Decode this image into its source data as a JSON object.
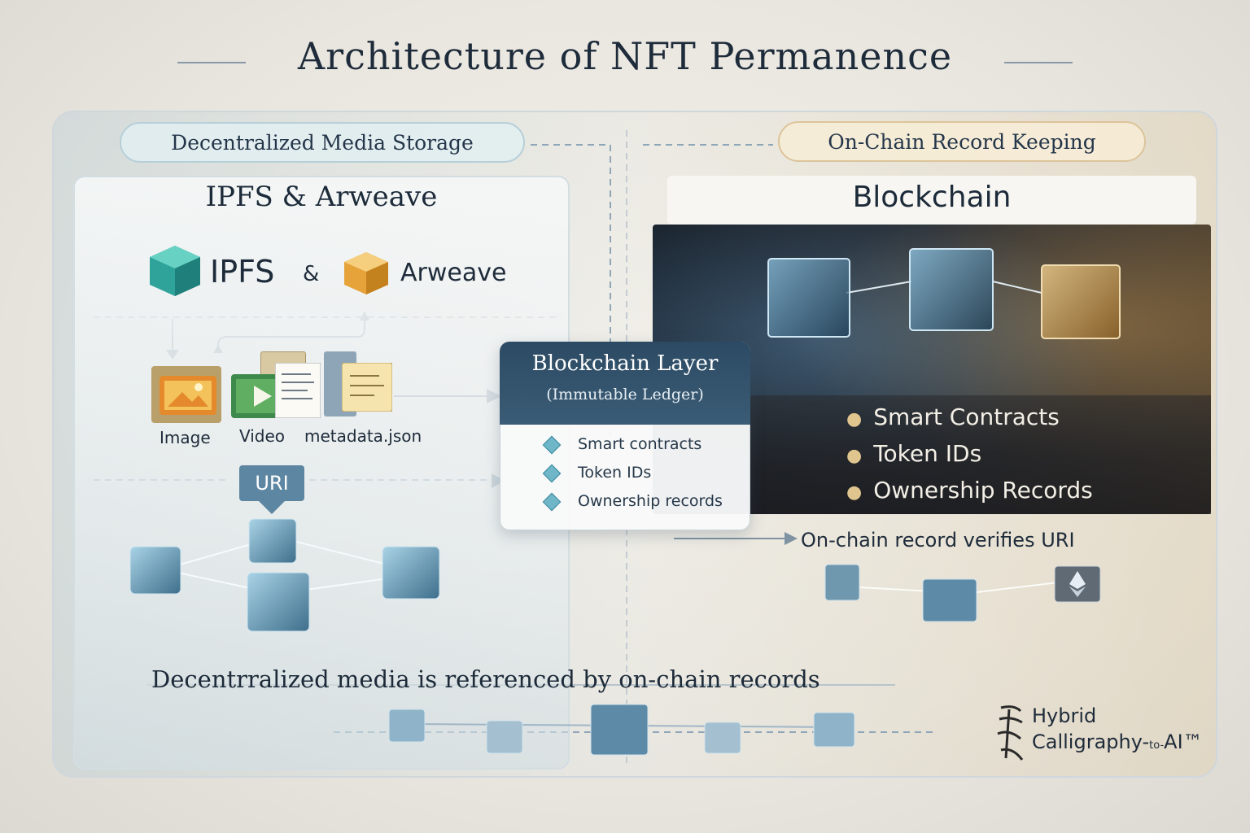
{
  "title": "Architecture of NFT Permanence",
  "left": {
    "pill": "Decentralized Media Storage",
    "heading": "IPFS & Arweave",
    "logo_ipfs": "IPFS",
    "logo_amp": "&",
    "logo_arweave": "Arweave",
    "files": [
      {
        "label": "Image",
        "icon": "image-file-icon"
      },
      {
        "label": "Video",
        "icon": "video-file-icon"
      },
      {
        "label": "metadata.json",
        "icon": "json-file-icon"
      }
    ],
    "uri_label": "URI"
  },
  "center": {
    "title": "Blockchain Layer",
    "subtitle": "(Immutable Ledger)",
    "items": [
      "Smart contracts",
      "Token IDs",
      "Ownership records"
    ]
  },
  "right": {
    "pill": "On-Chain Record Keeping",
    "heading": "Blockchain",
    "bullets": [
      "Smart Contracts",
      "Token IDs",
      "Ownership Records"
    ],
    "verify_text": "On-chain record verifies URI"
  },
  "caption": "Decentrralized media is referenced by on-chain records",
  "signature": {
    "line1": "Hybrid",
    "line2": "Calligraphy-",
    "line2_small": "to-",
    "line2_end": "AI™"
  },
  "colors": {
    "ipfs_teal": "#2fa39a",
    "arweave_gold": "#e6a33a",
    "ledger_header": "#2c4a63",
    "uri_badge": "#5d86a3"
  }
}
